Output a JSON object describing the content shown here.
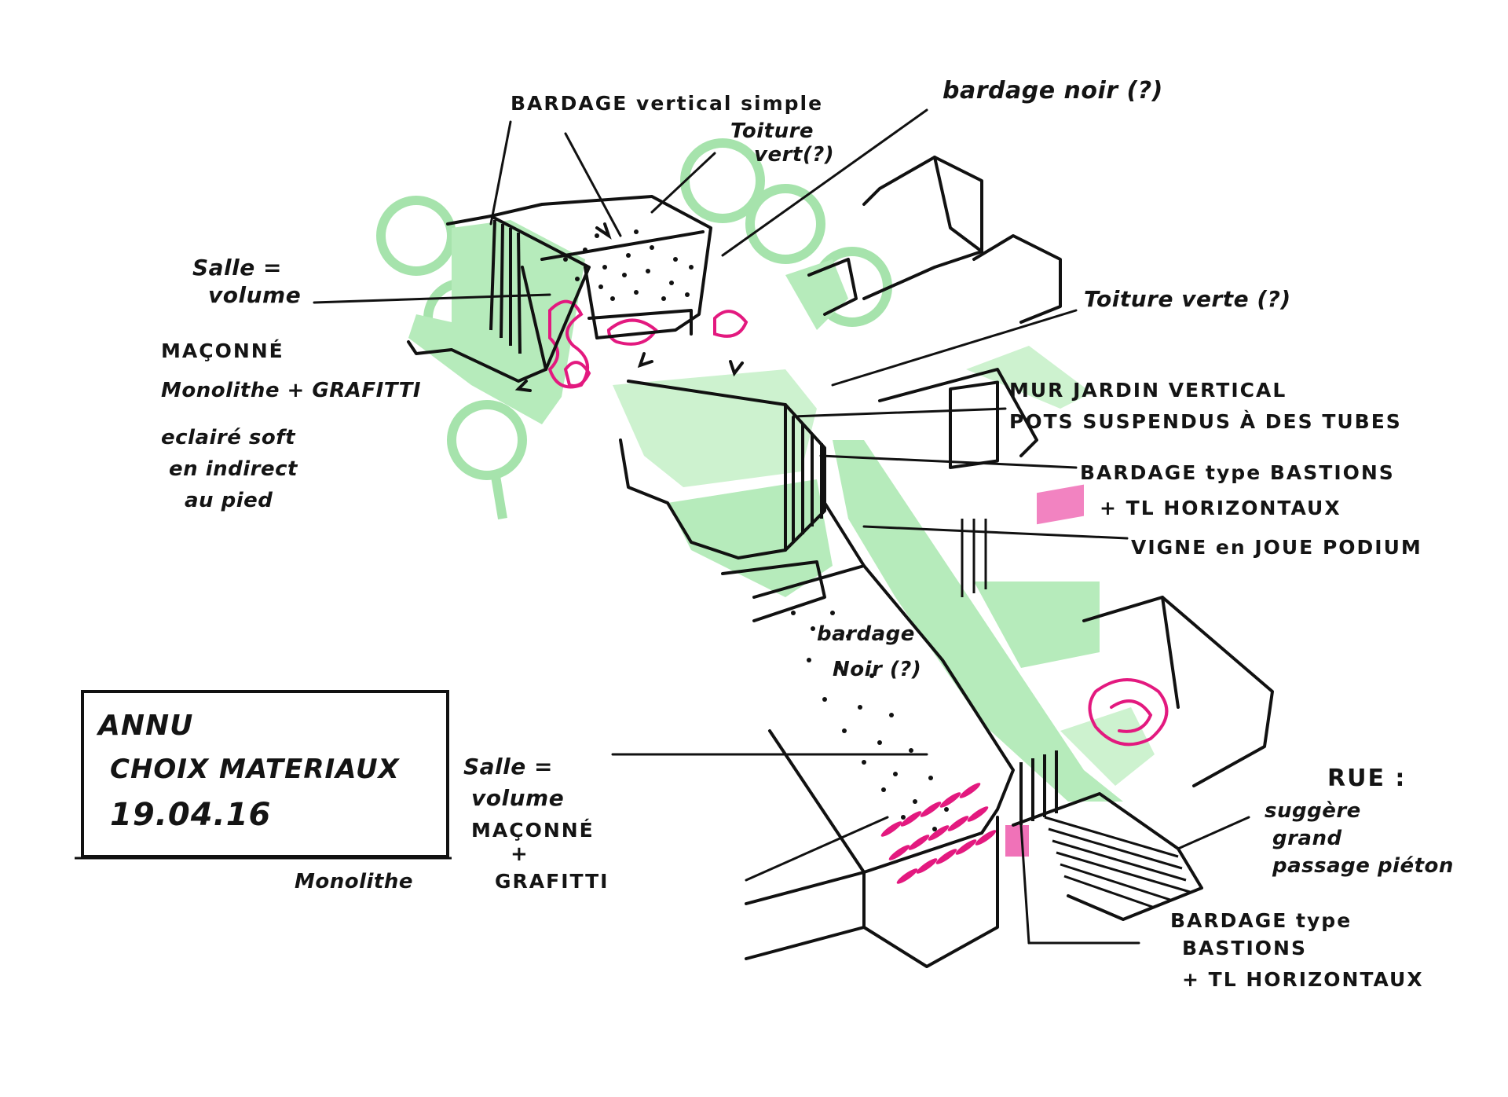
{
  "colors": {
    "ink": "#111111",
    "green_marker": "#b6ebbb",
    "pink_marker": "#e3197f",
    "paper": "#ffffff"
  },
  "labels": {
    "bardage_vertical": "BARDAGE vertical simple",
    "toiture_vert_top_1": "Toiture",
    "toiture_vert_top_2": "vert(?)",
    "bardage_noir_top": "bardage noir (?)",
    "salle_left_1": "Salle =",
    "salle_left_2": "volume",
    "maconne_left": "MAÇONNÉ",
    "monolithe_grafitti_left": "Monolithe + GRAFITTI",
    "eclairage_1": "eclairé soft",
    "eclairage_2": "en indirect",
    "eclairage_3": "au pied",
    "toiture_verte_right": "Toiture verte (?)",
    "mur_jardin_1": "MUR JARDIN VERTICAL",
    "mur_jardin_2": "POTS SUSPENDUS À DES TUBES",
    "bardage_tasseaux_1a": "BARDAGE type BASTIONS",
    "bardage_tasseaux_1b": "+ TL HORIZONTAUX",
    "vigne_podium": "VIGNE en JOUE PODIUM",
    "bardage_noir_center_1": "bardage",
    "bardage_noir_center_2": "Noir (?)",
    "title_box_1": "ANNU",
    "title_box_2": "CHOIX MATERIAUX",
    "title_box_3": "19.04.16",
    "monolithe_bottom": "Monolithe",
    "salle_bottom_1": "Salle =",
    "salle_bottom_2": "volume",
    "salle_bottom_3": "MAÇONNÉ",
    "salle_bottom_4": "+",
    "salle_bottom_5": "GRAFITTI",
    "rue_1": "RUE :",
    "rue_2": "suggère",
    "rue_3": "grand",
    "rue_4": "passage piéton",
    "bardage_tasseaux_2a": "BARDAGE type",
    "bardage_tasseaux_2b": "BASTIONS",
    "bardage_tasseaux_2c": "+ TL HORIZONTAUX"
  }
}
